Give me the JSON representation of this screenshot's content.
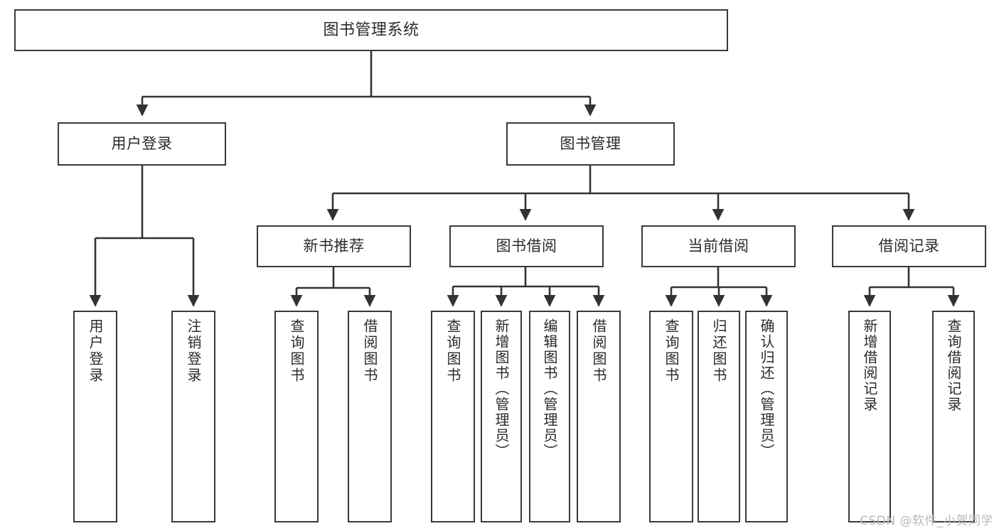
{
  "diagram": {
    "type": "tree-hierarchy",
    "title": "图书管理系统",
    "orientation": "top-down",
    "root": {
      "id": "root",
      "label": "图书管理系统"
    },
    "level1": [
      {
        "id": "user-login",
        "label": "用户登录"
      },
      {
        "id": "book-management",
        "label": "图书管理"
      }
    ],
    "level2": [
      {
        "id": "new-book-recommend",
        "label": "新书推荐",
        "parent": "book-management"
      },
      {
        "id": "book-borrow",
        "label": "图书借阅",
        "parent": "book-management"
      },
      {
        "id": "current-borrow",
        "label": "当前借阅",
        "parent": "book-management"
      },
      {
        "id": "borrow-record",
        "label": "借阅记录",
        "parent": "book-management"
      }
    ],
    "leaves": {
      "user-login": [
        {
          "id": "leaf-user-login",
          "label": "用户登录"
        },
        {
          "id": "leaf-logout",
          "label": "注销登录"
        }
      ],
      "new-book-recommend": [
        {
          "id": "leaf-query-book-1",
          "label": "查询图书"
        },
        {
          "id": "leaf-borrow-book-1",
          "label": "借阅图书"
        }
      ],
      "book-borrow": [
        {
          "id": "leaf-query-book-2",
          "label": "查询图书"
        },
        {
          "id": "leaf-add-book",
          "label": "新增图书（管理员）"
        },
        {
          "id": "leaf-edit-book",
          "label": "编辑图书（管理员）"
        },
        {
          "id": "leaf-borrow-book-2",
          "label": "借阅图书"
        }
      ],
      "current-borrow": [
        {
          "id": "leaf-query-book-3",
          "label": "查询图书"
        },
        {
          "id": "leaf-return-book",
          "label": "归还图书"
        },
        {
          "id": "leaf-confirm-return",
          "label": "确认归还（管理员）"
        }
      ],
      "borrow-record": [
        {
          "id": "leaf-add-record",
          "label": "新增借阅记录"
        },
        {
          "id": "leaf-query-record",
          "label": "查询借阅记录"
        }
      ]
    },
    "colors": {
      "box_border": "#3a3a3a",
      "box_fill": "#ffffff",
      "connector": "#333333",
      "text": "#2b2b2b",
      "watermark": "#b9b9b9",
      "background": "#ffffff"
    }
  },
  "watermark": {
    "text": "CSDN @软件_小贺同学"
  }
}
